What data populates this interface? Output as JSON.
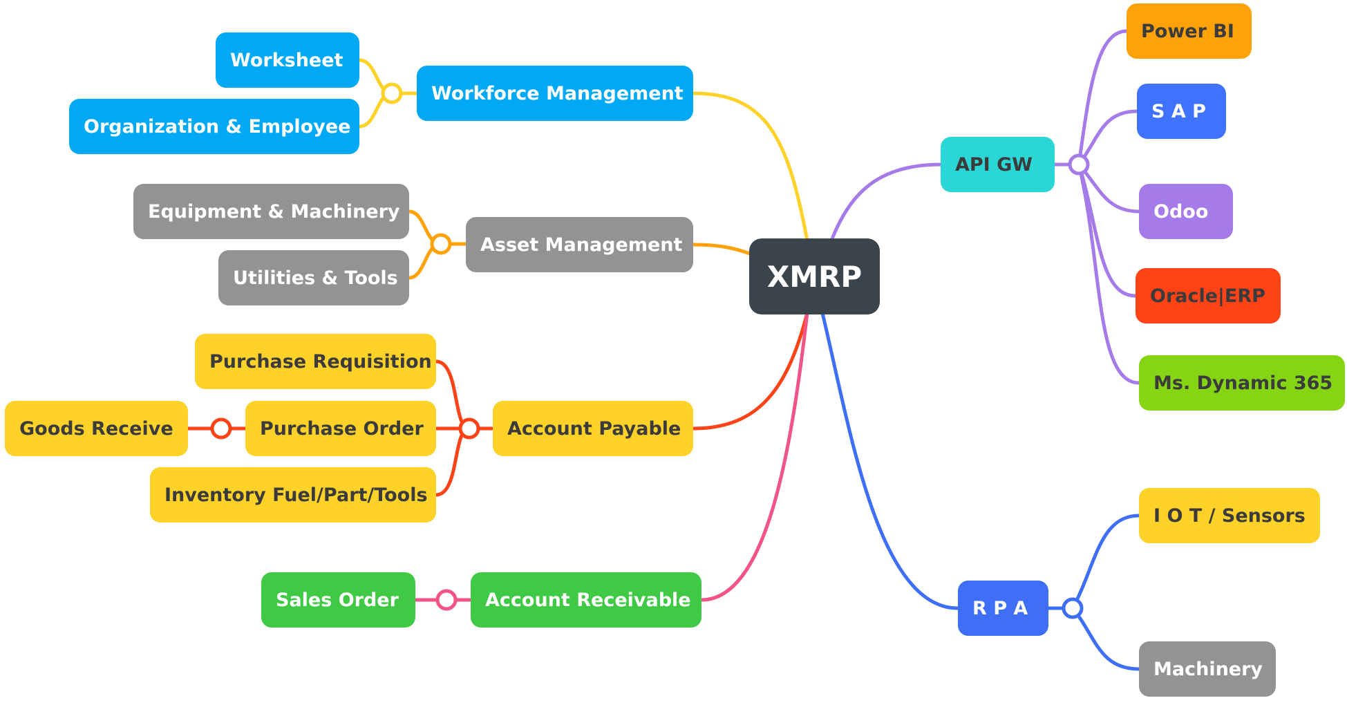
{
  "root": {
    "label": "XMRP",
    "color": "#3b434b"
  },
  "colors": {
    "workforce": "#01a9f4",
    "asset": "#939393",
    "payable": "#fed229",
    "receivable": "#3fc945",
    "api_gw": "#2bd6d6",
    "power_bi": "#ffa20a",
    "sap": "#3f73ff",
    "odoo": "#a57ae9",
    "oracle": "#ff4317",
    "dynamics": "#85d514",
    "rpa": "#3f6ff8",
    "iot": "#fed229",
    "machinery": "#939393",
    "line_workforce": "#fed229",
    "line_asset": "#ffa20a",
    "line_payable": "#fd4317",
    "line_receivable": "#f25486",
    "line_api": "#a57ae9",
    "line_rpa": "#3f6ff8"
  },
  "left": {
    "workforce_management": {
      "label": "Workforce Management",
      "children": [
        "Worksheet",
        "Organization & Employee"
      ]
    },
    "asset_management": {
      "label": "Asset Management",
      "children": [
        "Equipment & Machinery",
        "Utilities & Tools"
      ]
    },
    "account_payable": {
      "label": "Account Payable",
      "children": [
        "Purchase Requisition",
        "Purchase Order",
        "Inventory Fuel/Part/Tools"
      ],
      "grandchild": "Goods Receive"
    },
    "account_receivable": {
      "label": "Account Receivable",
      "children": [
        "Sales Order"
      ]
    }
  },
  "right": {
    "api_gw": {
      "label": "API GW",
      "children": [
        "Power BI",
        "S A P",
        "Odoo",
        "Oracle|ERP",
        "Ms. Dynamic 365"
      ]
    },
    "rpa": {
      "label": "R P A",
      "children": [
        "I O T / Sensors",
        "Machinery"
      ]
    }
  }
}
